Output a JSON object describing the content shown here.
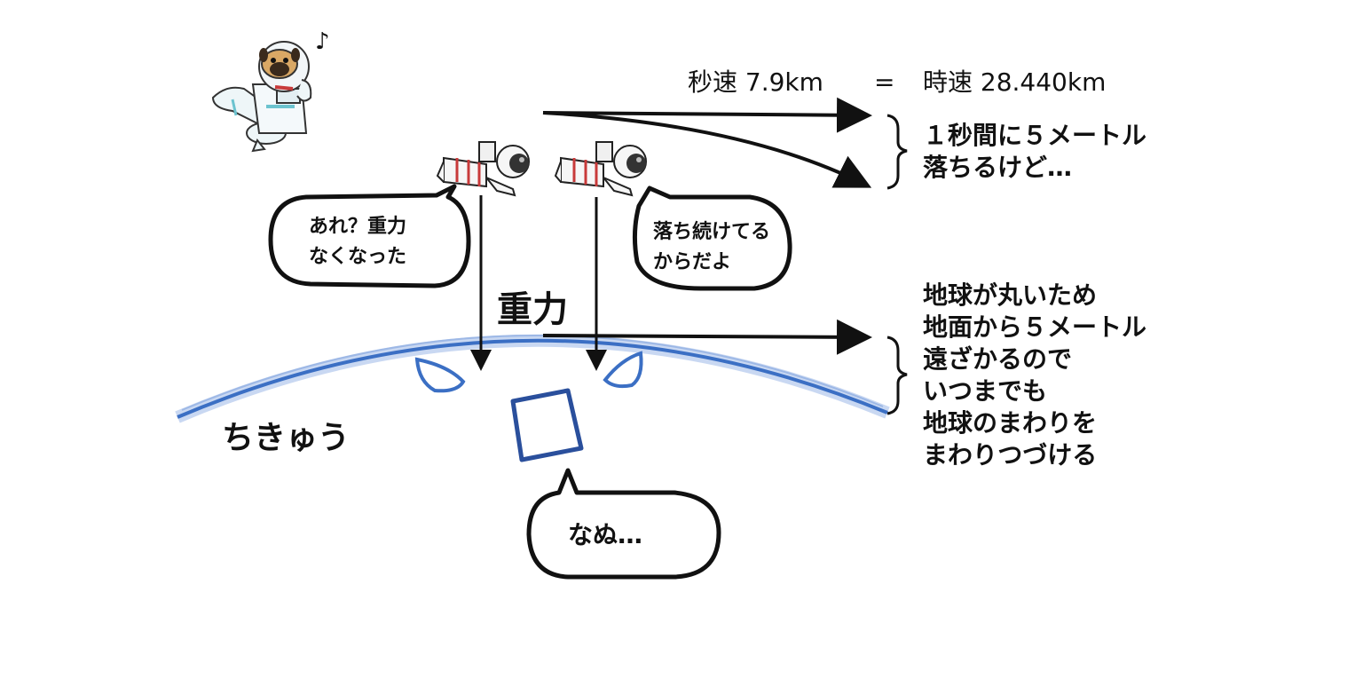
{
  "speed": {
    "per_second": "秒速 7.9km",
    "equals": "=",
    "per_hour": "時速 28.440km"
  },
  "fall_note": [
    "１秒間に５メートル",
    "落ちるけど…"
  ],
  "curve_note": [
    "地球が丸いため",
    "地面から５メートル",
    "遠ざかるので",
    "いつまでも",
    "地球のまわりを",
    "まわりつづける"
  ],
  "bubbles": {
    "left": [
      "あれ？重力",
      "なくなった"
    ],
    "right": [
      "落ち続けてる",
      "からだよ"
    ],
    "bottom": "なぬ…"
  },
  "gravity_label": "重力",
  "earth_label": "ちきゅう",
  "music_note": "♪",
  "colors": {
    "earth_blue": "#3b6fc4",
    "suit_red": "#c83a3a",
    "ink": "#111111"
  }
}
